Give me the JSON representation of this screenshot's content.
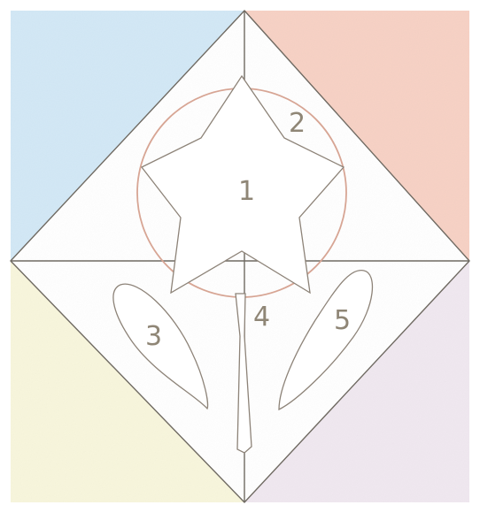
{
  "diagram": {
    "corner_colors": {
      "top_left": "#d2e8f6",
      "top_right": "#f7d1c4",
      "bottom_left": "#f8f6dc",
      "bottom_right": "#f0e8f0"
    },
    "line_color": "#6f6a62",
    "circle_stroke_color": "#d7a594",
    "label_color": "#8f8676",
    "labels": {
      "piece_1": "1",
      "piece_2": "2",
      "piece_3": "3",
      "piece_4": "4",
      "piece_5": "5"
    }
  }
}
